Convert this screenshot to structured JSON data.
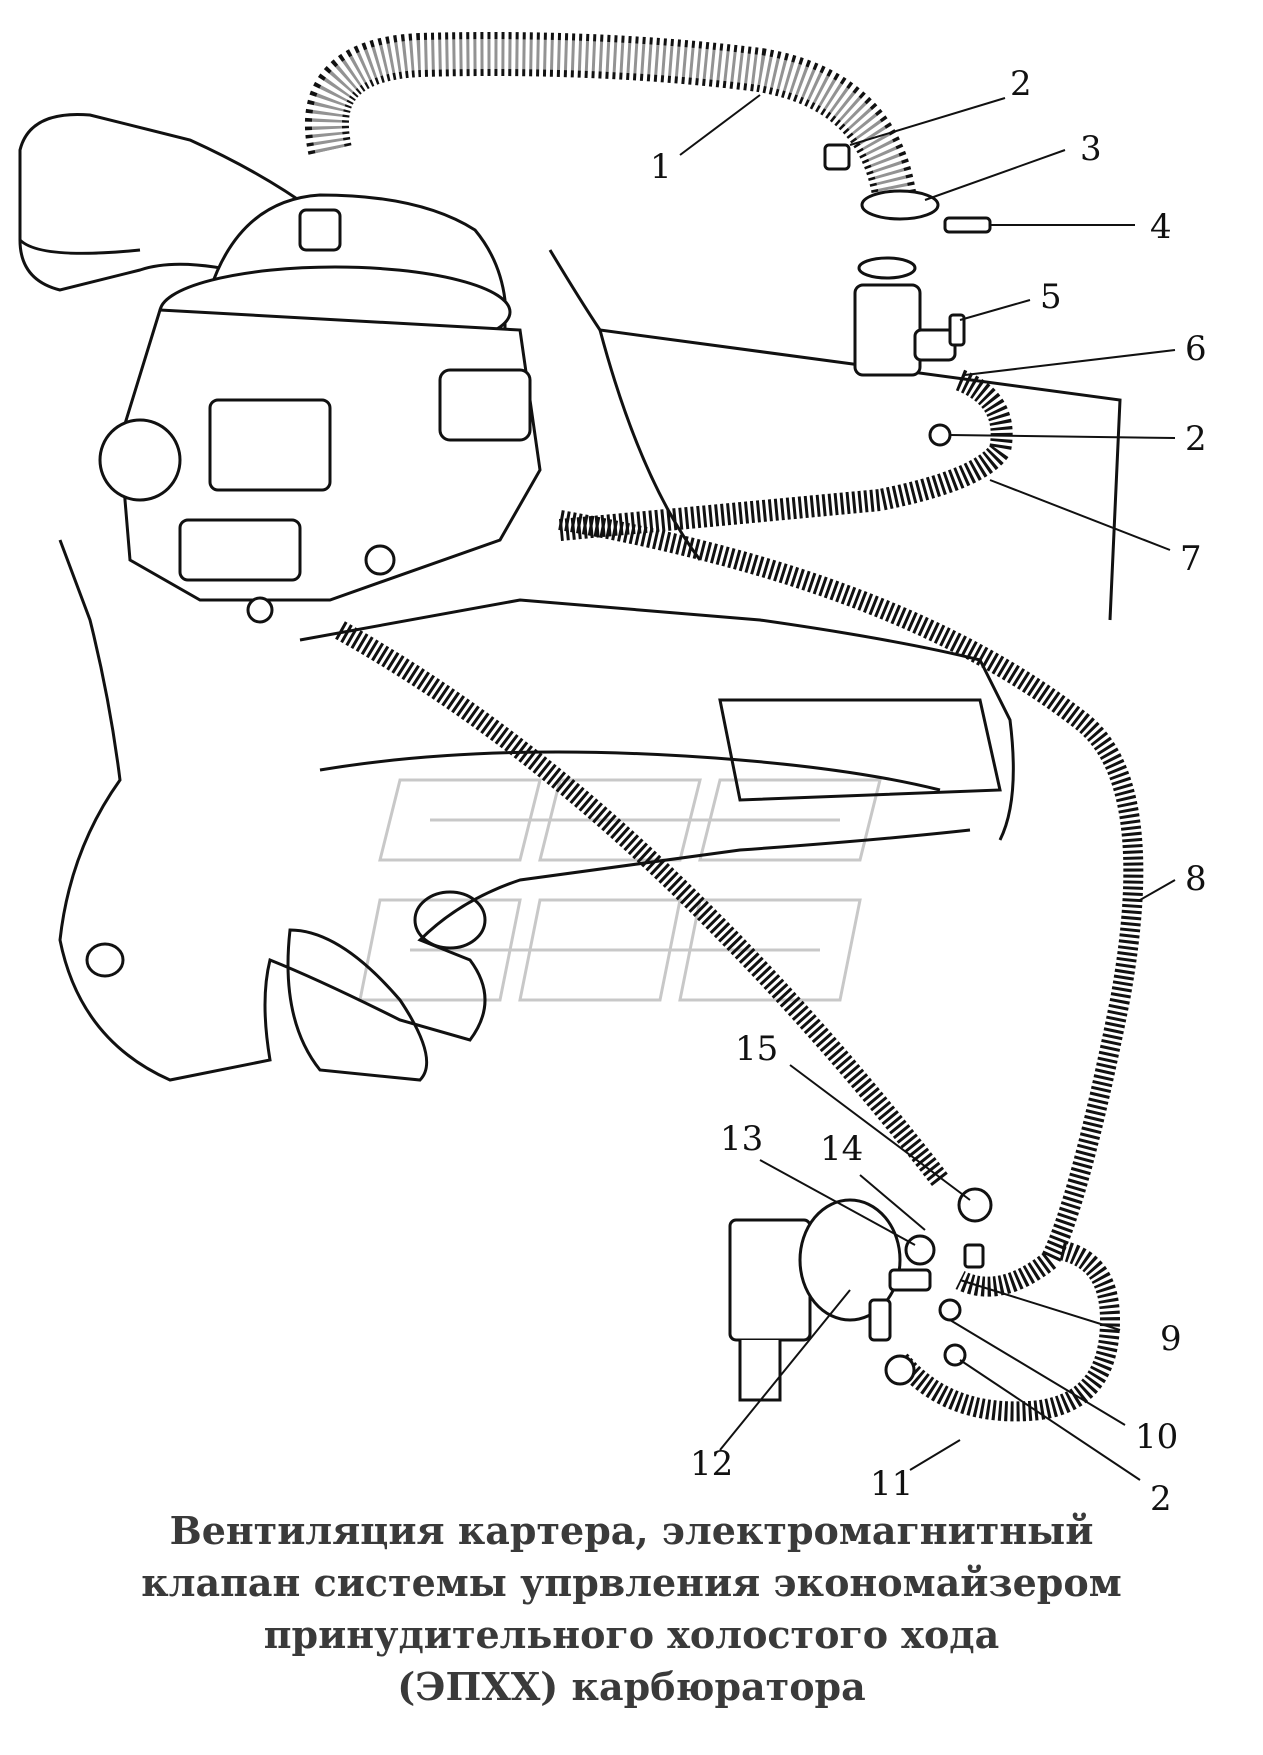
{
  "callouts": [
    {
      "id": "c1",
      "text": "1"
    },
    {
      "id": "c2a",
      "text": "2"
    },
    {
      "id": "c3",
      "text": "3"
    },
    {
      "id": "c4",
      "text": "4"
    },
    {
      "id": "c5",
      "text": "5"
    },
    {
      "id": "c6",
      "text": "6"
    },
    {
      "id": "c2b",
      "text": "2"
    },
    {
      "id": "c7",
      "text": "7"
    },
    {
      "id": "c8",
      "text": "8"
    },
    {
      "id": "c15",
      "text": "15"
    },
    {
      "id": "c13",
      "text": "13"
    },
    {
      "id": "c14",
      "text": "14"
    },
    {
      "id": "c9",
      "text": "9"
    },
    {
      "id": "c10",
      "text": "10"
    },
    {
      "id": "c12",
      "text": "12"
    },
    {
      "id": "c11",
      "text": "11"
    },
    {
      "id": "c2c",
      "text": "2"
    }
  ],
  "caption": {
    "line1": "Вентиляция картера, электромагнитный",
    "line2": "клапан системы упрвления экономайзером",
    "line3": "принудительного холостого хода",
    "line4": "(ЭПХХ) карбюратора"
  }
}
